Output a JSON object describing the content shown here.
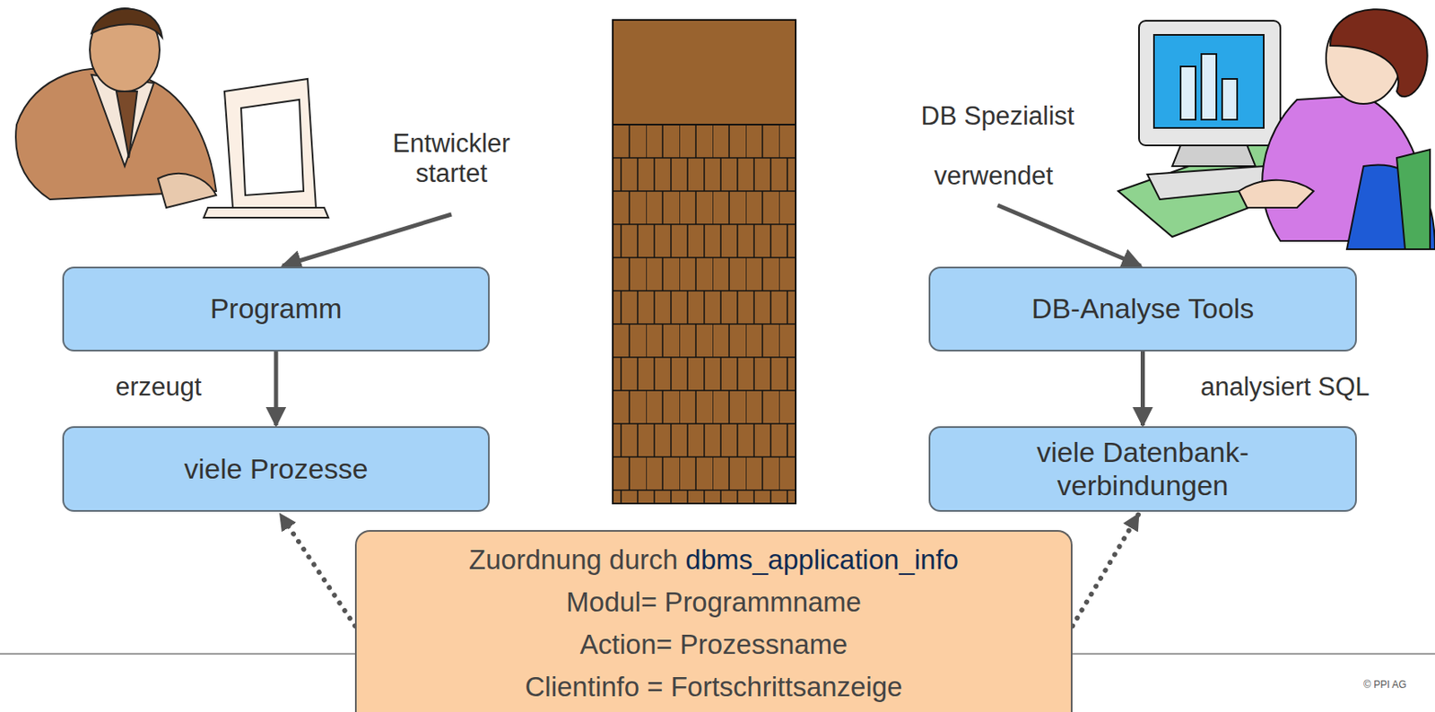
{
  "diagram": {
    "nodes": [
      {
        "text": [
          "Programm"
        ]
      },
      {
        "text": [
          "viele Prozesse"
        ]
      },
      {
        "text": [
          "DB-Analyse Tools"
        ]
      },
      {
        "text": [
          "viele Datenbank-verbindungen"
        ]
      },
      {
        "text": [
          "Zuordnung durch",
          "dbms_application_info",
          "Modul= Programmname",
          "Action= Prozessname",
          "Clientinfo = Fortschrittsanzeige"
        ]
      }
    ],
    "edges": [
      {
        "from": 0,
        "to": 1,
        "label": "erzeugt",
        "arrow": "to"
      },
      {
        "from": 2,
        "to": 3,
        "label": "analysiert SQL",
        "arrow": "to"
      },
      {
        "from": 4,
        "to": 1,
        "arrow": "to"
      },
      {
        "from": 4,
        "to": 3,
        "arrow": "to"
      }
    ],
    "labels": [
      "Entwickler startet",
      "DB Spezialist",
      "verwendet",
      "© PPI AG"
    ]
  }
}
